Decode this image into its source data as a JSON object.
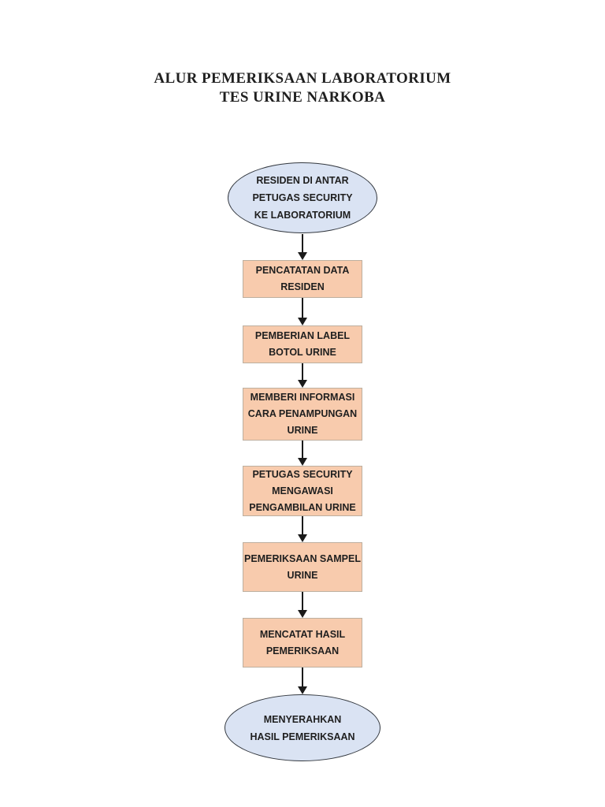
{
  "title": {
    "line1": "ALUR PEMERIKSAAN LABORATORIUM",
    "line2": "TES URINE NARKOBA"
  },
  "flowchart": {
    "colors": {
      "page_bg": "#ffffff",
      "terminator_fill": "#dae3f3",
      "terminator_border": "#33383f",
      "process_fill": "#f8cbad",
      "process_border": "#bdaf9f",
      "arrow": "#1a1a1a",
      "text": "#1f1f1f"
    },
    "nodes": [
      {
        "type": "terminator",
        "lines": [
          "RESIDEN DI ANTAR",
          "PETUGAS SECURITY",
          "KE LABORATORIUM"
        ]
      },
      {
        "type": "process",
        "lines": [
          "PENCATATAN DATA",
          "RESIDEN"
        ]
      },
      {
        "type": "process",
        "lines": [
          "PEMBERIAN LABEL",
          "BOTOL URINE"
        ]
      },
      {
        "type": "process",
        "lines": [
          "MEMBERI INFORMASI",
          "CARA PENAMPUNGAN",
          "URINE"
        ]
      },
      {
        "type": "process",
        "lines": [
          "PETUGAS SECURITY",
          "MENGAWASI",
          "PENGAMBILAN URINE"
        ]
      },
      {
        "type": "process",
        "lines": [
          "PEMERIKSAAN SAMPEL",
          "URINE"
        ]
      },
      {
        "type": "process",
        "lines": [
          "MENCATAT HASIL",
          "PEMERIKSAAN"
        ]
      },
      {
        "type": "terminator",
        "lines": [
          "MENYERAHKAN",
          "HASIL PEMERIKSAAN"
        ]
      }
    ]
  }
}
